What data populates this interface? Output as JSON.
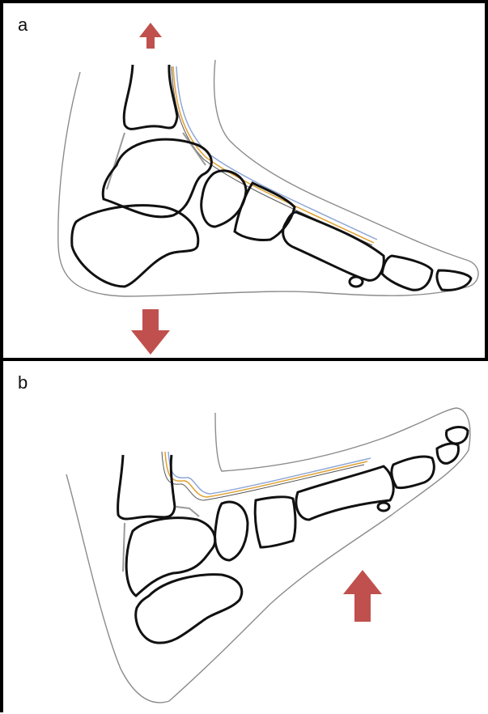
{
  "panels": [
    {
      "id": "a",
      "label": "a"
    },
    {
      "id": "b",
      "label": "b"
    }
  ],
  "colors": {
    "bone_outline": "#111111",
    "skin_outline": "#8c8c8c",
    "ligament": "#9a9a9a",
    "tendon_orange": "#e0a030",
    "tendon_blue": "#8fa8d8",
    "arrow": "#c0504d"
  }
}
